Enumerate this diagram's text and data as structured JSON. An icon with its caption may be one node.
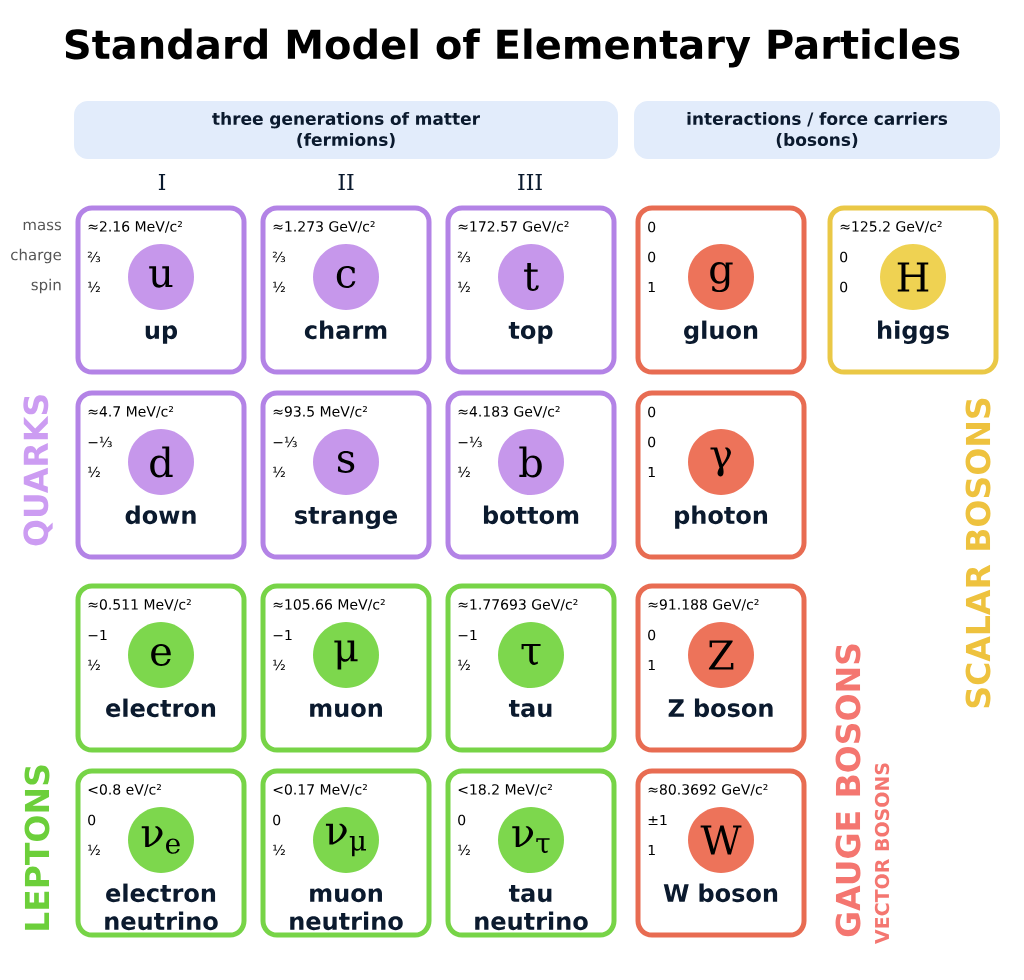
{
  "diagram": {
    "title": "Standard Model of Elementary Particles",
    "nodes": [
      {
        "text": [
          "three generations of matter",
          "(fermions)"
        ]
      },
      {
        "text": [
          "interactions / force carriers",
          "(bosons)"
        ]
      },
      {
        "text": [
          "≈2.16 MeV/c²",
          "⅔",
          "½",
          "u",
          "up"
        ]
      },
      {
        "text": [
          "≈1.273 GeV/c²",
          "⅔",
          "½",
          "c",
          "charm"
        ]
      },
      {
        "text": [
          "≈172.57 GeV/c²",
          "⅔",
          "½",
          "t",
          "top"
        ]
      },
      {
        "text": [
          "0",
          "0",
          "1",
          "g",
          "gluon"
        ]
      },
      {
        "text": [
          "≈125.2 GeV/c²",
          "0",
          "0",
          "H",
          "higgs"
        ]
      },
      {
        "text": [
          "≈4.7 MeV/c²",
          "−⅓",
          "½",
          "d",
          "down"
        ]
      },
      {
        "text": [
          "≈93.5 MeV/c²",
          "−⅓",
          "½",
          "s",
          "strange"
        ]
      },
      {
        "text": [
          "≈4.183 GeV/c²",
          "−⅓",
          "½",
          "b",
          "bottom"
        ]
      },
      {
        "text": [
          "0",
          "0",
          "1",
          "γ",
          "photon"
        ]
      },
      {
        "text": [
          "≈0.511 MeV/c²",
          "−1",
          "½",
          "e",
          "electron"
        ]
      },
      {
        "text": [
          "≈105.66 MeV/c²",
          "−1",
          "½",
          "μ",
          "muon"
        ]
      },
      {
        "text": [
          "≈1.77693 GeV/c²",
          "−1",
          "½",
          "τ",
          "tau"
        ]
      },
      {
        "text": [
          "≈91.188 GeV/c²",
          "0",
          "1",
          "Z",
          "Z boson"
        ]
      },
      {
        "text": [
          "<0.8 eV/c²",
          "0",
          "½",
          "ν$_{e}$",
          "electron neutrino"
        ]
      },
      {
        "text": [
          "<0.17 MeV/c²",
          "0",
          "½",
          "ν$_{μ}$",
          "muon neutrino"
        ]
      },
      {
        "text": [
          "<18.2 MeV/c²",
          "0",
          "½",
          "ν$_{τ}$",
          "tau neutrino"
        ]
      },
      {
        "text": [
          "≈80.3692 GeV/c²",
          "±1",
          "1",
          "W",
          "W boson"
        ]
      }
    ],
    "labels": [
      "I",
      "II",
      "III",
      "mass",
      "charge",
      "spin",
      "QUARKS",
      "SCALAR BOSONS",
      "GAUGE BOSONS",
      "VECTOR BOSONS",
      "LEPTONS"
    ]
  }
}
